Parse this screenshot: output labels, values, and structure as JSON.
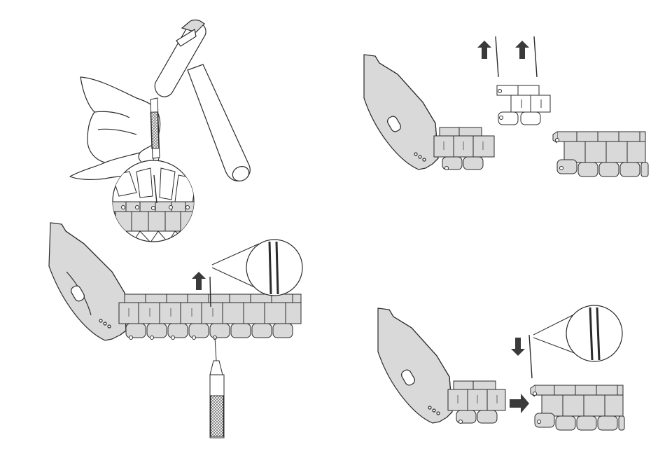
{
  "diagram": {
    "type": "watch-bracelet-link-removal-instructions",
    "text_labels": [],
    "colors": {
      "line": "#2b2b2b",
      "fill_metal": "#d9d9d9",
      "fill_metal_dark": "#c4c4c4",
      "fill_white": "#ffffff",
      "arrow": "#3a3a3a"
    },
    "panels": [
      {
        "name": "step-hammer-punch",
        "icons": [
          "hand-icon",
          "hammer-icon",
          "pin-punch-icon",
          "magnifier-circle-icon"
        ]
      },
      {
        "name": "step-push-pin-out",
        "icons": [
          "watch-case-icon",
          "bracelet-icon",
          "up-arrow-icon",
          "pin-icon",
          "magnifier-circle-icon",
          "pin-pusher-tool-icon"
        ]
      },
      {
        "name": "step-links-removed",
        "icons": [
          "watch-case-icon",
          "bracelet-icon",
          "up-arrow-icon",
          "pin-icon",
          "removed-links-icon"
        ]
      },
      {
        "name": "step-reassemble",
        "icons": [
          "watch-case-icon",
          "bracelet-icon",
          "down-arrow-icon",
          "pin-icon",
          "right-arrow-icon",
          "magnifier-circle-icon"
        ]
      }
    ]
  }
}
